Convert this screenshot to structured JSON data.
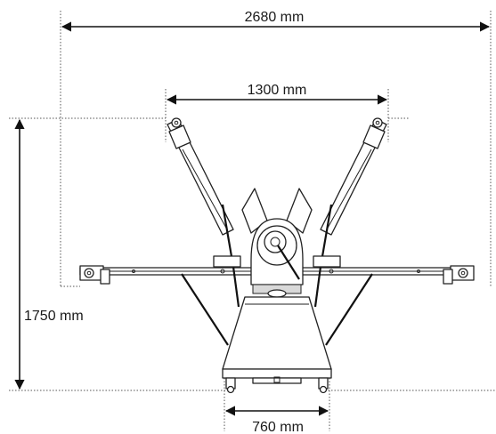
{
  "dimensions": {
    "overall_width": "2680 mm",
    "table_width": "1300 mm",
    "height": "1750 mm",
    "base_width": "760 mm"
  }
}
